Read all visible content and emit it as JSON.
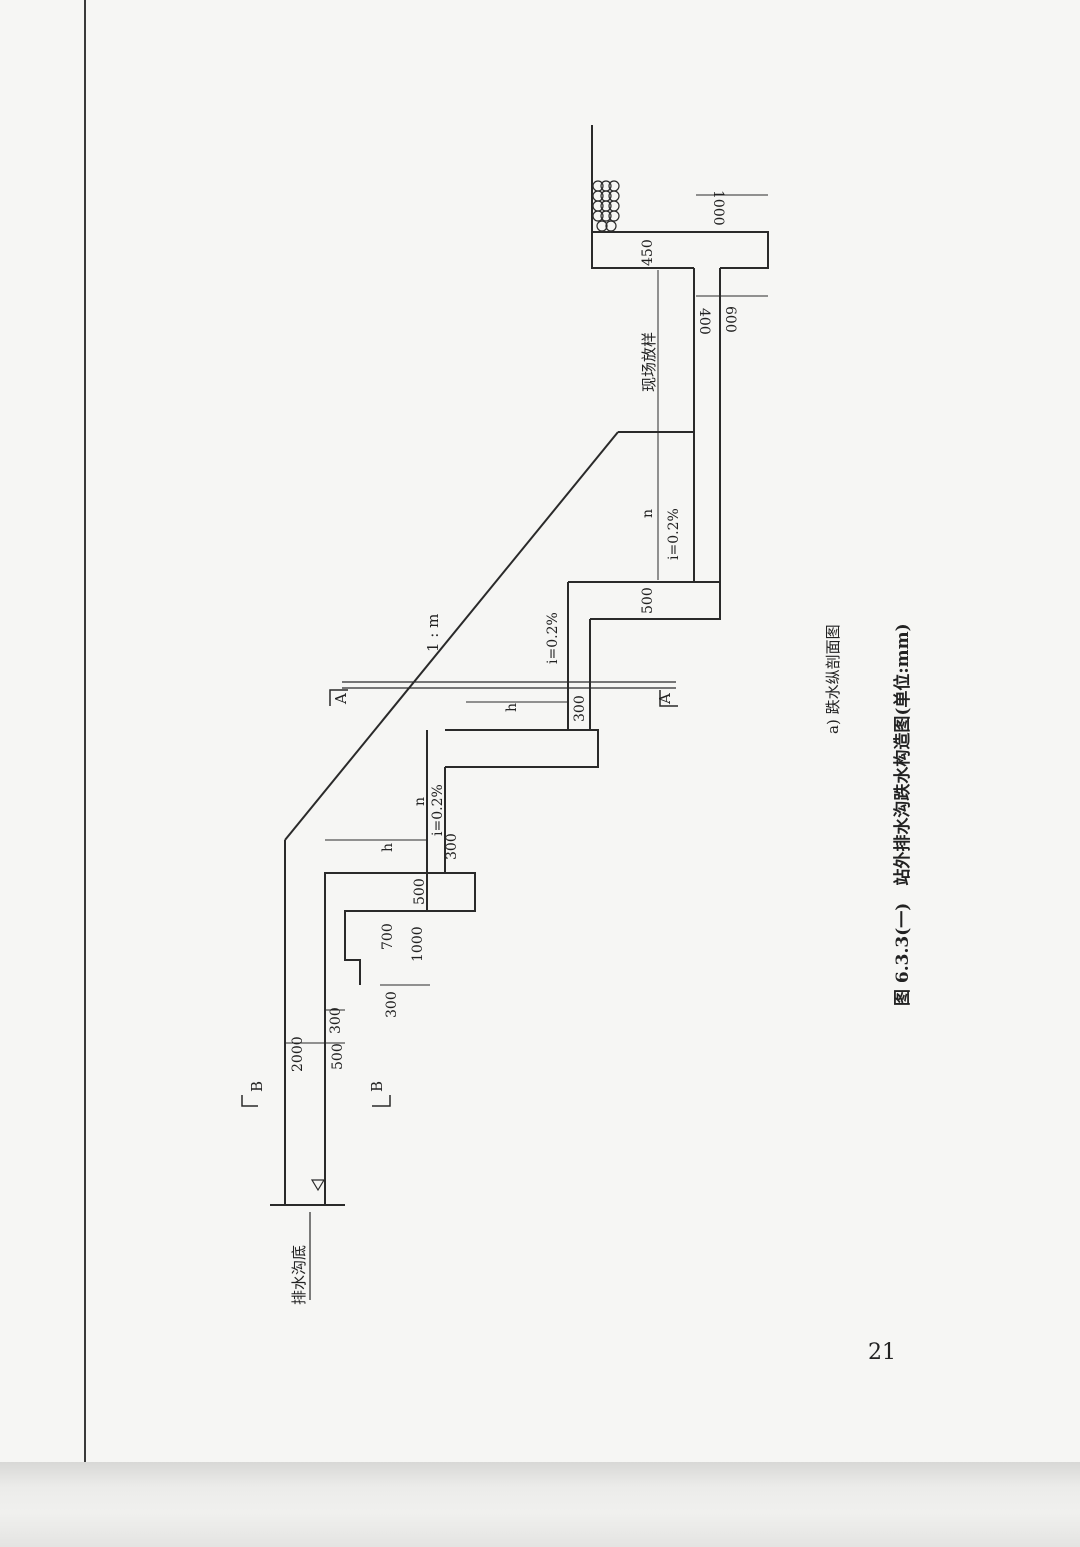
{
  "labels": {
    "ditch_bottom": "排水沟底",
    "section_b": "B",
    "section_a": "A",
    "slope_ratio": "1 : m",
    "field_layout": "现场放样"
  },
  "dims": {
    "d2000": "2000",
    "d500": "500",
    "d300": "300",
    "d700": "700",
    "d1000": "1000",
    "d450": "450",
    "d400": "400",
    "d600": "600",
    "h": "h",
    "n": "n",
    "i": "i=0.2%"
  },
  "captions": {
    "subfigure": "a) 跌水纵剖面图",
    "figure": "图 6.3.3(一)　站外排水沟跌水构造图(单位:mm)"
  },
  "page_number": "21"
}
